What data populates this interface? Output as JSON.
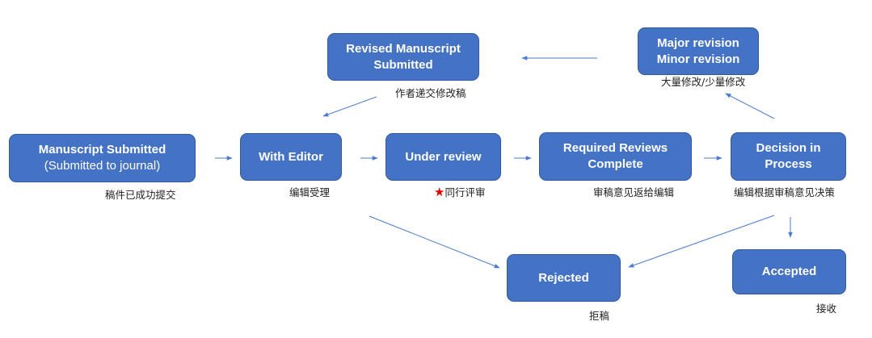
{
  "diagram": {
    "node_color": "#4472c4",
    "arrow_color": "#4a7bd0",
    "star_color": "#e00000",
    "nodes": {
      "manuscript_submitted": {
        "line1": "Manuscript Submitted",
        "line2": "(Submitted to journal)"
      },
      "with_editor": {
        "line1": "With Editor"
      },
      "under_review": {
        "line1": "Under review"
      },
      "required_reviews": {
        "line1": "Required Reviews",
        "line2": "Complete"
      },
      "decision": {
        "line1": "Decision in",
        "line2": "Process"
      },
      "revised": {
        "line1": "Revised Manuscript",
        "line2": "Submitted"
      },
      "major_minor": {
        "line1": "Major revision",
        "line2": "Minor revision"
      },
      "rejected": {
        "line1": "Rejected"
      },
      "accepted": {
        "line1": "Accepted"
      }
    },
    "notes": {
      "manuscript_submitted": "稿件已成功提交",
      "with_editor": "编辑受理",
      "under_review": "同行评审",
      "required_reviews": "审稿意见返给编辑",
      "decision": "编辑根据审稿意见决策",
      "revised": "作者递交修改稿",
      "major_minor": "大量修改/少量修改",
      "rejected": "拒稿",
      "accepted": "接收"
    },
    "under_review_star": "★"
  }
}
